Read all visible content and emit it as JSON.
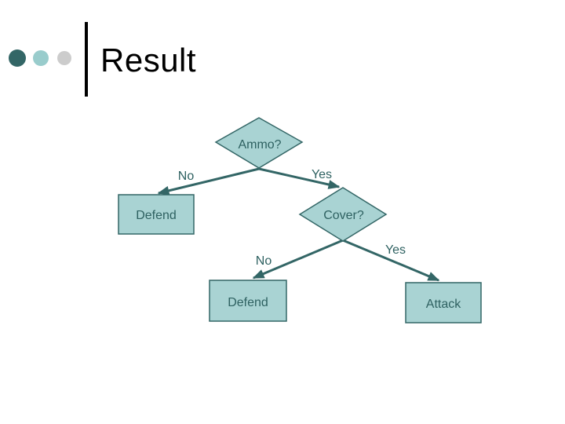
{
  "slide": {
    "title": "Result",
    "background_color": "#ffffff"
  },
  "decoration": {
    "bullet_colors": [
      "#336666",
      "#99cccc",
      "#cccccc"
    ],
    "divider_color": "#000000"
  },
  "colors": {
    "node_fill": "#a9d3d3",
    "node_border": "#336666",
    "node_text": "#2e6161",
    "edge": "#336666",
    "title_text": "#000000"
  },
  "diagram": {
    "type": "decision-tree",
    "nodes": [
      {
        "id": "ammo",
        "shape": "diamond",
        "label": "Ammo?"
      },
      {
        "id": "defend-1",
        "shape": "rect",
        "label": "Defend"
      },
      {
        "id": "cover",
        "shape": "diamond",
        "label": "Cover?"
      },
      {
        "id": "defend-2",
        "shape": "rect",
        "label": "Defend"
      },
      {
        "id": "attack",
        "shape": "rect",
        "label": "Attack"
      }
    ],
    "edges": [
      {
        "from": "ammo",
        "to": "defend-1",
        "label": "No"
      },
      {
        "from": "ammo",
        "to": "cover",
        "label": "Yes"
      },
      {
        "from": "cover",
        "to": "defend-2",
        "label": "No"
      },
      {
        "from": "cover",
        "to": "attack",
        "label": "Yes"
      }
    ]
  }
}
